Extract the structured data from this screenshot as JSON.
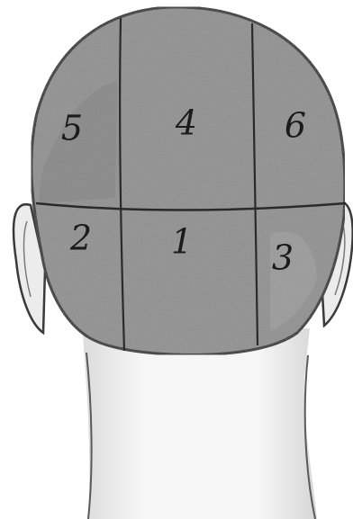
{
  "diagram": {
    "zones": [
      {
        "id": "zone-1",
        "label": "1"
      },
      {
        "id": "zone-2",
        "label": "2"
      },
      {
        "id": "zone-3",
        "label": "3"
      },
      {
        "id": "zone-4",
        "label": "4"
      },
      {
        "id": "zone-5",
        "label": "5"
      },
      {
        "id": "zone-6",
        "label": "6"
      }
    ],
    "colors": {
      "hair": "#8f8f8f",
      "hair_dark": "#7c7c7c",
      "outline": "#2a2a2a",
      "skin": "#f4f4f4",
      "skin_shade": "#c9c9c9",
      "background": "#ffffff"
    }
  }
}
